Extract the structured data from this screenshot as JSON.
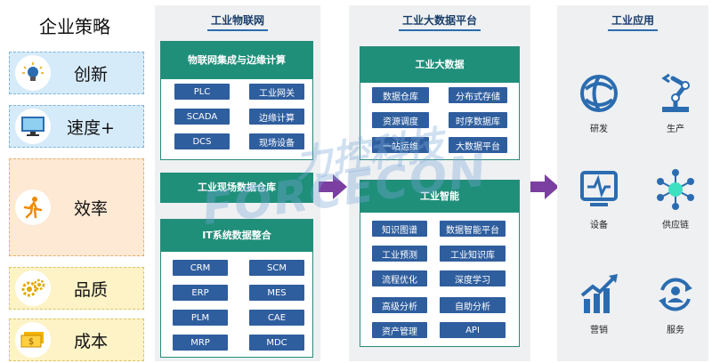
{
  "strategy": {
    "title": "企业策略",
    "items": [
      {
        "label": "创新",
        "icon": "lightbulb-icon"
      },
      {
        "label": "速度+",
        "icon": "monitor-icon"
      },
      {
        "label": "效率",
        "icon": "running-person-icon"
      },
      {
        "label": "品质",
        "icon": "gears-icon"
      },
      {
        "label": "成本",
        "icon": "cash-icon"
      }
    ]
  },
  "iot": {
    "title": "工业物联网",
    "edge": {
      "title": "物联网集成与边缘计算",
      "chips": [
        "PLC",
        "工业网关",
        "SCADA",
        "边缘计算",
        "DCS",
        "现场设备"
      ]
    },
    "warehouse": {
      "title": "工业现场数据仓库"
    },
    "it": {
      "title": "IT系统数据整合",
      "chips": [
        "CRM",
        "SCM",
        "ERP",
        "MES",
        "PLM",
        "CAE",
        "MRP",
        "MDC"
      ]
    }
  },
  "bigdata": {
    "title": "工业大数据平台",
    "bd": {
      "title": "工业大数据",
      "chips": [
        "数据仓库",
        "分布式存储",
        "资源调度",
        "时序数据库",
        "一站运维",
        "大数据平台"
      ]
    },
    "ai": {
      "title": "工业智能",
      "chips": [
        "知识图谱",
        "数据智能平台",
        "工业预测",
        "工业知识库",
        "流程优化",
        "深度学习",
        "高级分析",
        "自助分析",
        "资产管理",
        "API"
      ]
    }
  },
  "apps": {
    "title": "工业应用",
    "items": [
      {
        "label": "研发",
        "icon": "cloud-icon"
      },
      {
        "label": "生产",
        "icon": "robot-arm-icon"
      },
      {
        "label": "设备",
        "icon": "device-monitor-icon"
      },
      {
        "label": "供应链",
        "icon": "network-icon"
      },
      {
        "label": "营销",
        "icon": "growth-chart-icon"
      },
      {
        "label": "服务",
        "icon": "service-icon"
      }
    ]
  },
  "colors": {
    "accent": "#1f8f7a",
    "chip": "#2f5e9e",
    "arrow": "#7a3fa0"
  },
  "watermark": {
    "line1": "力控科技",
    "line2": "FORCECON"
  }
}
